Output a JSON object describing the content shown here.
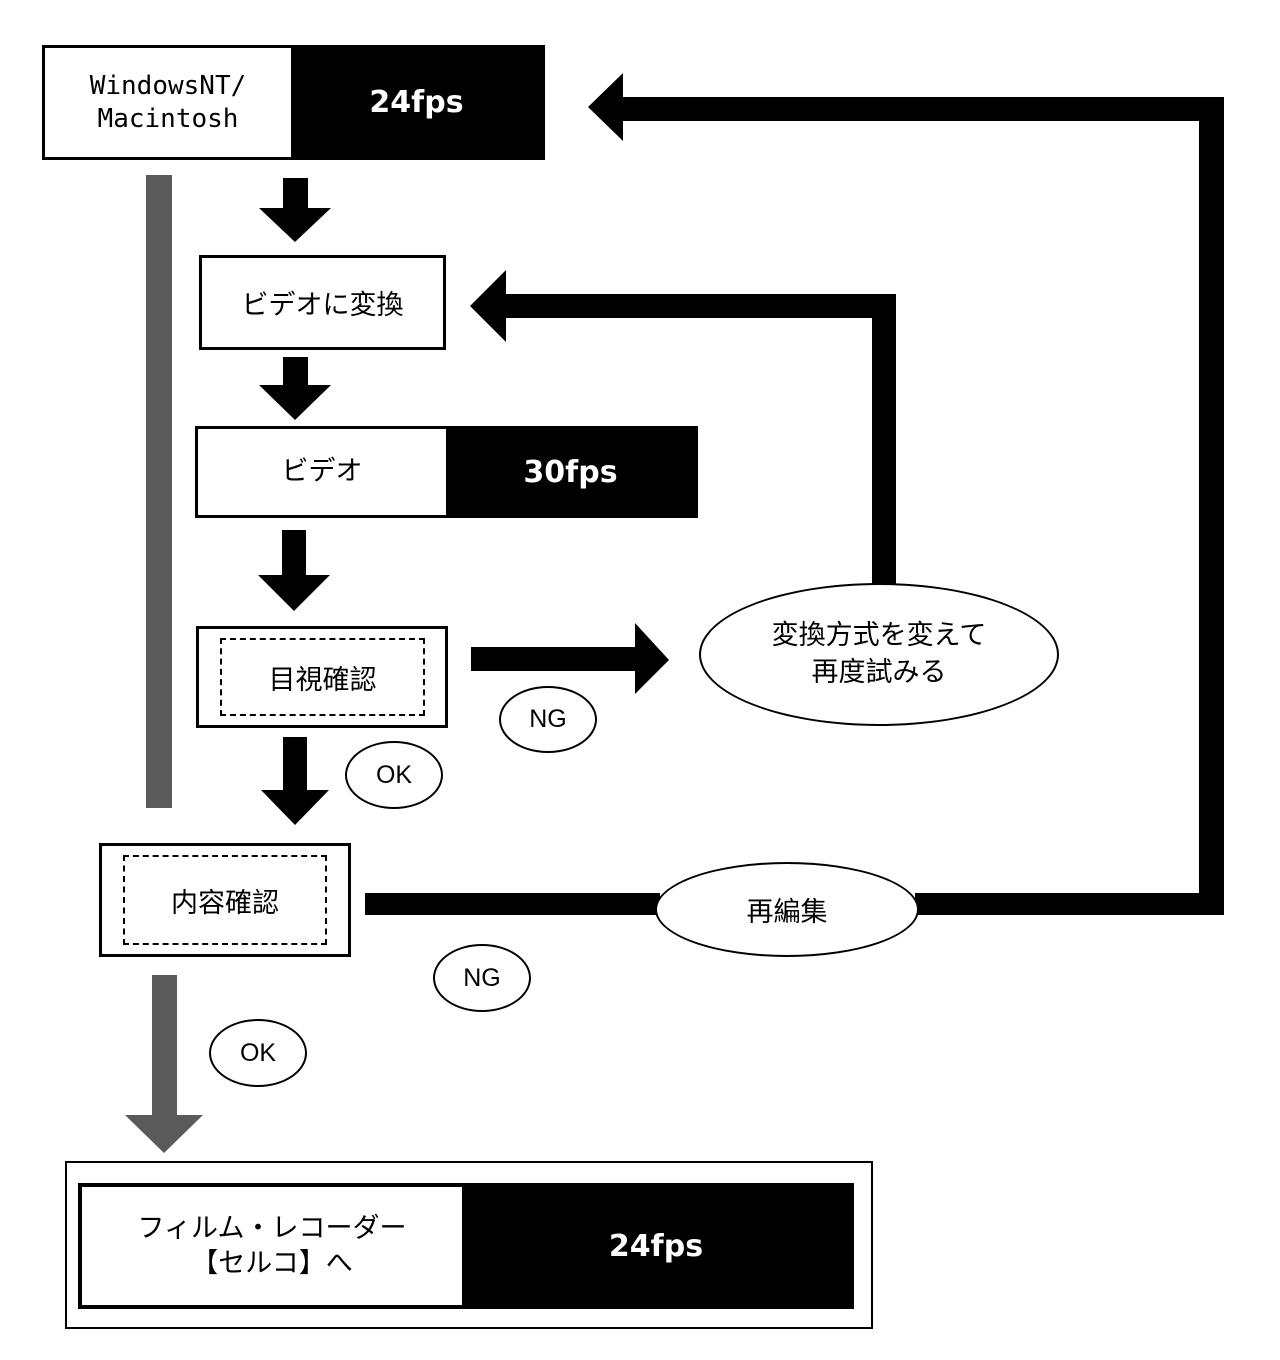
{
  "nodes": {
    "source": {
      "label_line1": "WindowsNT/",
      "label_line2": "Macintosh",
      "fps": "24fps"
    },
    "convert": {
      "label": "ビデオに変換"
    },
    "video": {
      "label": "ビデオ",
      "fps": "30fps"
    },
    "visual_check": {
      "label": "目視確認"
    },
    "content_check": {
      "label": "内容確認"
    },
    "retry": {
      "label_line1": "変換方式を変えて",
      "label_line2": "再度試みる"
    },
    "reedit": {
      "label": "再編集"
    },
    "film_recorder": {
      "label_line1": "フィルム・レコーダー",
      "label_line2": "【セルコ】へ",
      "fps": "24fps"
    }
  },
  "edge_labels": {
    "visual_ng": "NG",
    "visual_ok": "OK",
    "content_ng": "NG",
    "content_ok": "OK"
  },
  "colors": {
    "arrow": "#000000",
    "bypass_arrow": "#5a5a5a",
    "box_fill": "#ffffff",
    "fps_fill": "#000000"
  }
}
